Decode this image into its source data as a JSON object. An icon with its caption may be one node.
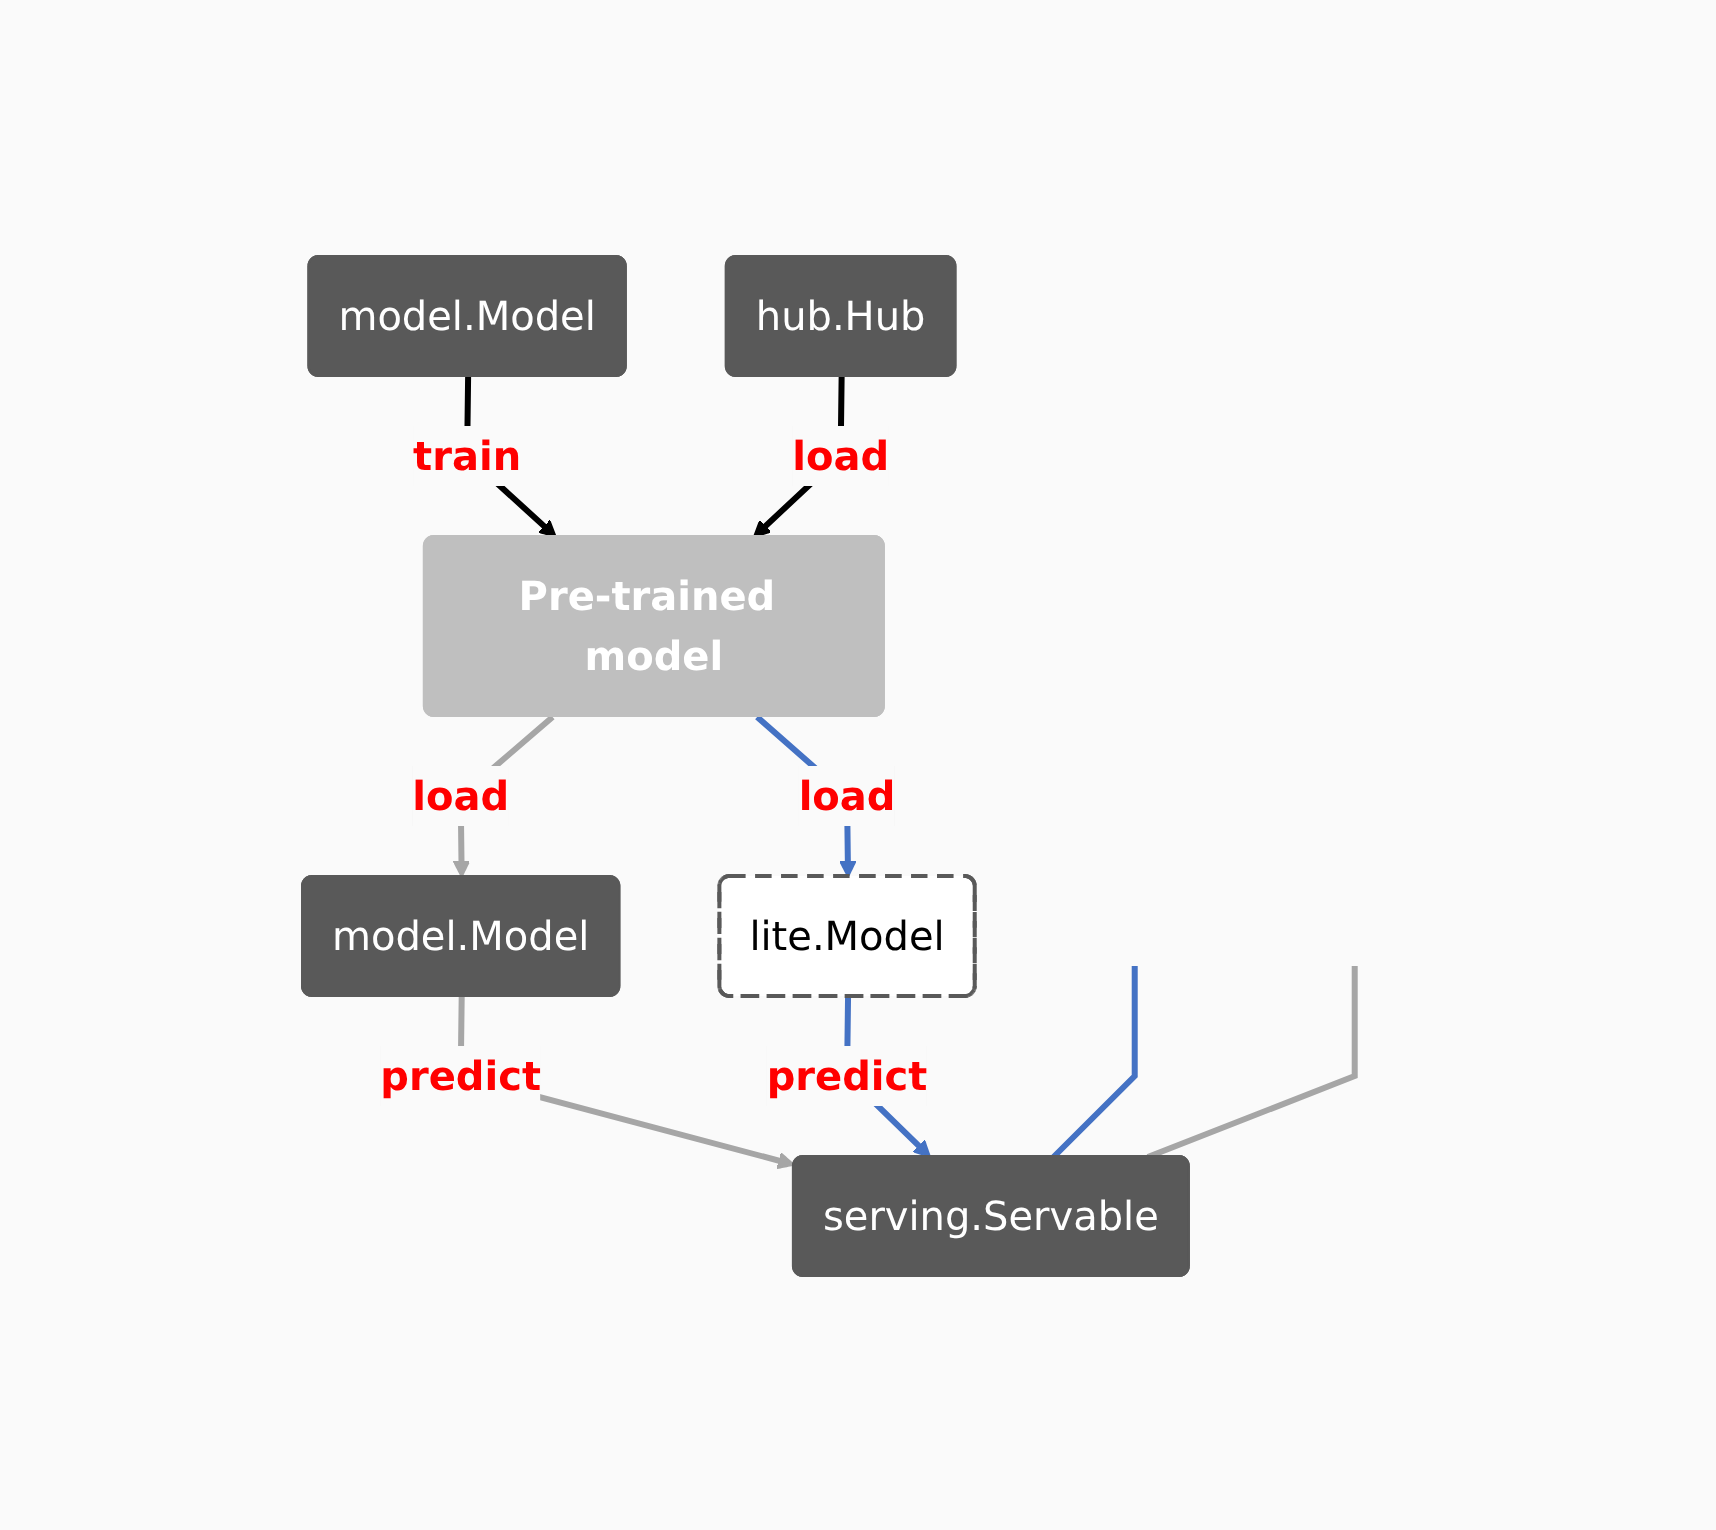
{
  "diagram": {
    "nodes": [
      {
        "text": [
          "model.Model"
        ]
      },
      {
        "text": [
          "hub.Hub"
        ]
      },
      {
        "text": [
          "Pre-trained model"
        ]
      },
      {
        "text": [
          "model.Model"
        ]
      },
      {
        "text": [
          "lite.Model"
        ]
      },
      {
        "text": [
          "serving.Servable"
        ]
      }
    ],
    "edges": [
      {
        "from": 0,
        "to": 2,
        "arrow": "to",
        "label": "train",
        "color": "#000000"
      },
      {
        "from": 1,
        "to": 2,
        "arrow": "to",
        "label": "load",
        "color": "#000000"
      },
      {
        "from": 2,
        "to": 3,
        "arrow": "to",
        "label": "load",
        "color": "#a6a6a6"
      },
      {
        "from": 2,
        "to": 4,
        "arrow": "to",
        "label": "load",
        "color": "#4472c4"
      },
      {
        "from": 3,
        "to": 5,
        "arrow": "to",
        "label": "predict",
        "color": "#a6a6a6"
      },
      {
        "from": 4,
        "to": 5,
        "arrow": "to",
        "label": "predict",
        "color": "#4472c4"
      },
      {
        "from": null,
        "to": 5,
        "arrow": "none",
        "color": "#4472c4"
      },
      {
        "from": null,
        "to": 5,
        "arrow": "none",
        "color": "#a6a6a6"
      }
    ]
  }
}
